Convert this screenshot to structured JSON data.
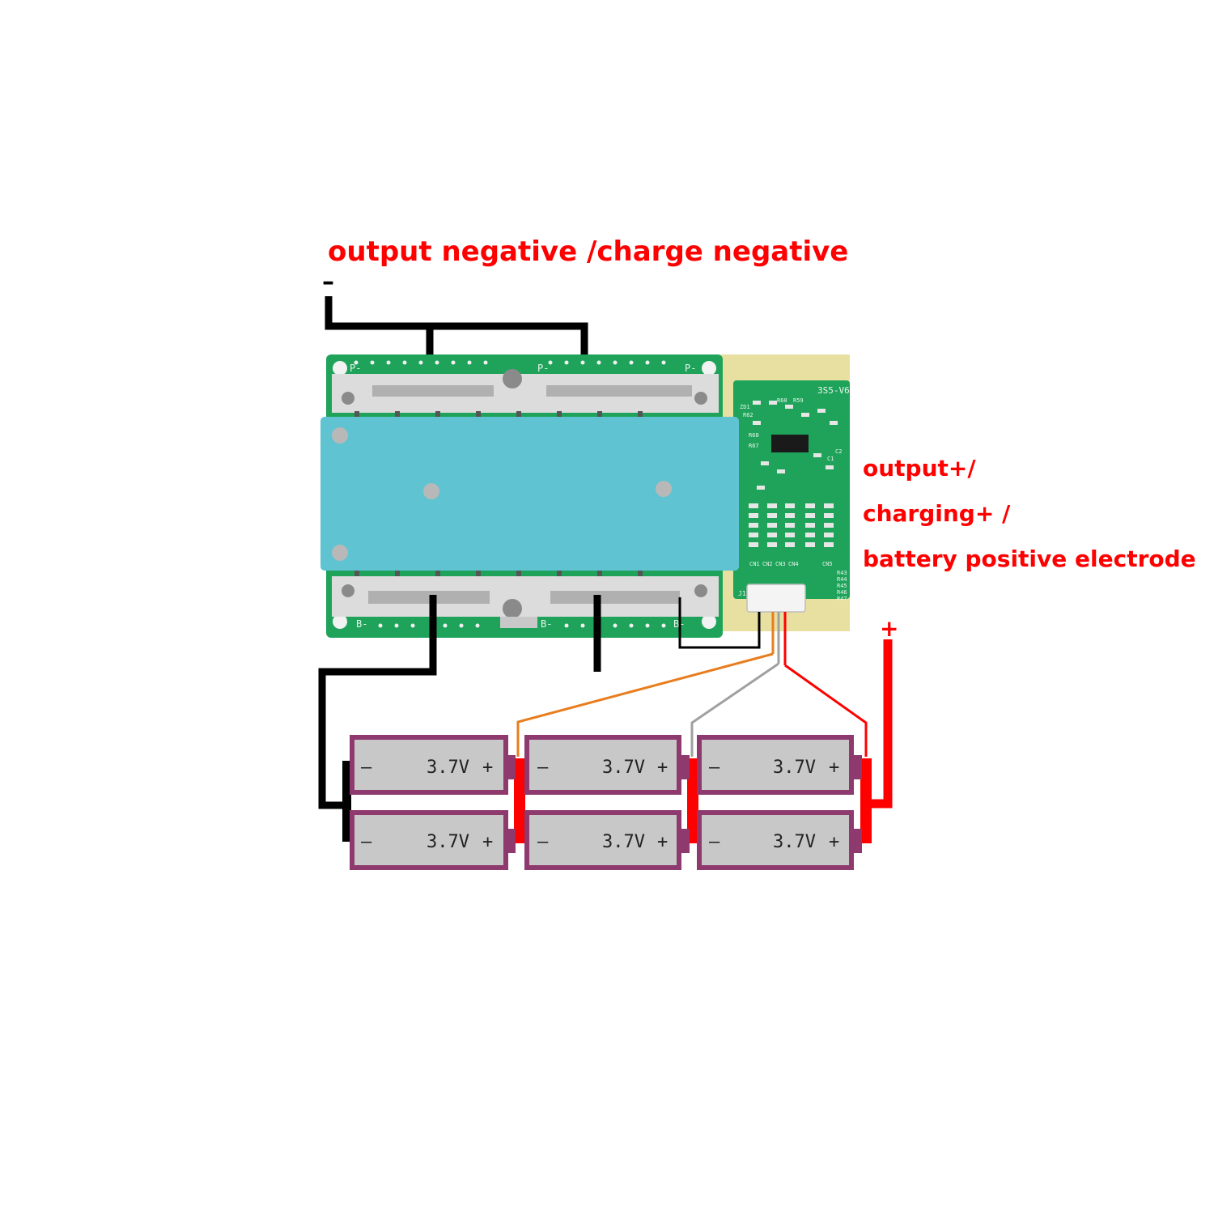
{
  "labels": {
    "output_negative": "output negative /charge negative",
    "negative_sign": "–",
    "output_positive_line1": "output+/",
    "output_positive_line2": "charging+ /",
    "output_positive_line3": "battery positive electrode",
    "positive_sign": "+"
  },
  "pcb": {
    "pad_labels": [
      "P-",
      "P-",
      "P-",
      "B-",
      "B-",
      "B-"
    ],
    "model": "3S5-V6",
    "connector_label": "J1",
    "component_labels": [
      "R60",
      "R59",
      "R62",
      "ZD1",
      "R68",
      "R67",
      "C1",
      "C2",
      "CN1",
      "CN2",
      "CN3",
      "CN4",
      "CN5",
      "R43",
      "R44",
      "R45",
      "R46",
      "R47"
    ]
  },
  "cells": [
    {
      "neg": "–",
      "voltage": "3.7V",
      "pos": "+"
    },
    {
      "neg": "–",
      "voltage": "3.7V",
      "pos": "+"
    },
    {
      "neg": "–",
      "voltage": "3.7V",
      "pos": "+"
    },
    {
      "neg": "–",
      "voltage": "3.7V",
      "pos": "+"
    },
    {
      "neg": "–",
      "voltage": "3.7V",
      "pos": "+"
    },
    {
      "neg": "–",
      "voltage": "3.7V",
      "pos": "+"
    }
  ],
  "colors": {
    "text_red": "#ff0000",
    "wire_black": "#000000",
    "wire_red": "#ff0000",
    "wire_orange": "#e87d1e",
    "wire_gray": "#a0a0a0",
    "pcb_green": "#1fa35a",
    "heatsink_blue": "#5fc3d2",
    "cell_border": "#8e3a6e",
    "cell_fill": "#c8c8c8",
    "tape_yellow": "#e8e0a0"
  }
}
